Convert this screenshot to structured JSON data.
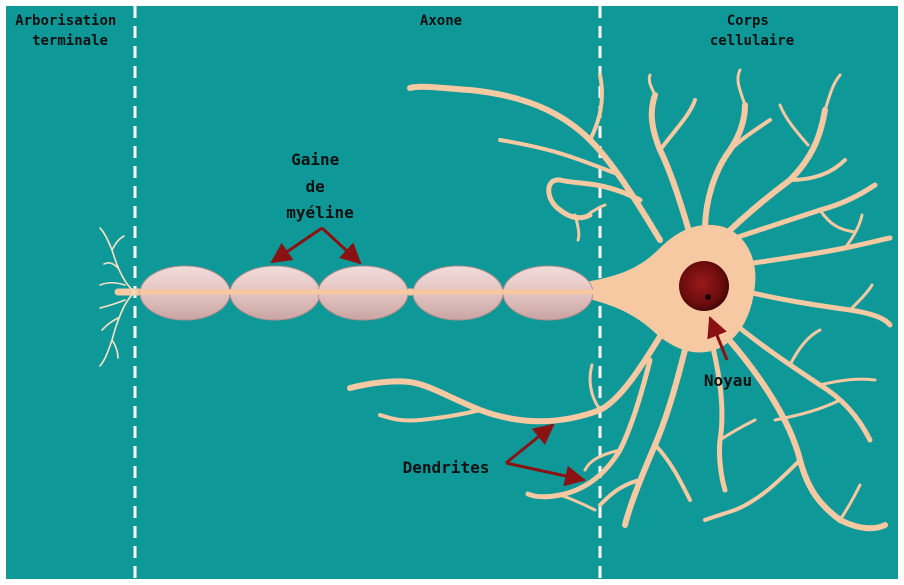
{
  "title": "",
  "regions": {
    "terminal": [
      "Arborisation",
      "terminale"
    ],
    "axon": [
      "Axone"
    ],
    "body": [
      "Corps",
      "cellulaire"
    ]
  },
  "labels": {
    "myelin": [
      "Gaine",
      "de",
      "myéline"
    ],
    "nucleus": [
      "Noyau"
    ],
    "dendrites": [
      "Dendrites"
    ]
  },
  "colors": {
    "background": "#0f9898",
    "neuron": "#f7c9a2",
    "myelin": "#e6c8c6",
    "nucleus": "#7a0f10",
    "arrow": "#8b1212",
    "divider": "#ffffff",
    "text": "#111111"
  }
}
